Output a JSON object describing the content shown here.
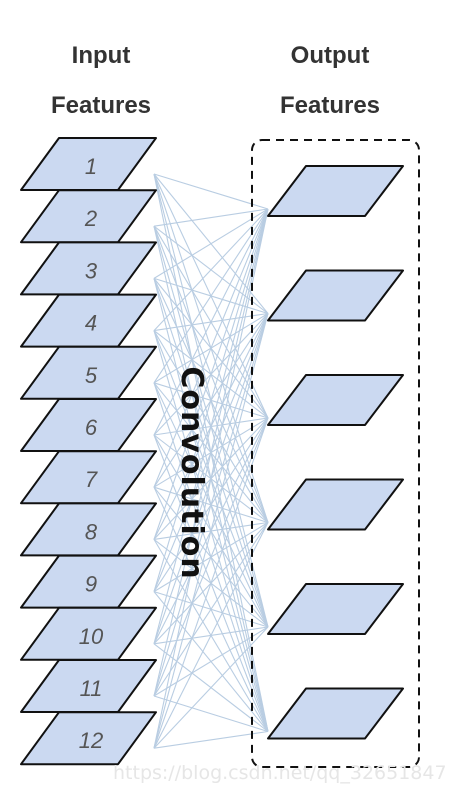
{
  "input_heading": {
    "line1": "Input",
    "line2": "Features"
  },
  "output_heading": {
    "line1": "Output",
    "line2": "Features"
  },
  "center_label": "Convolution",
  "input_features": [
    "1",
    "2",
    "3",
    "4",
    "5",
    "6",
    "7",
    "8",
    "9",
    "10",
    "11",
    "12"
  ],
  "output_feature_count": 6,
  "watermark": "https://blog.csdn.net/qq_32651847",
  "colors": {
    "feature_fill": "#cbd9f1",
    "feature_stroke": "#111111",
    "connection_line": "#b9cde2",
    "dashed_box": "#111111"
  }
}
